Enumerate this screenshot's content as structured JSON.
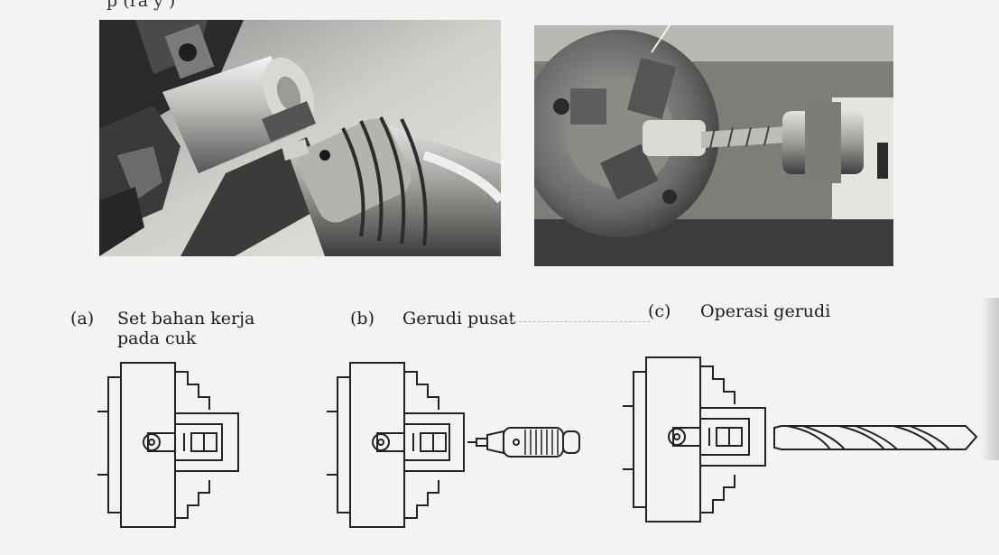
{
  "header": {
    "partial_text": "p                                     (ra   y     )"
  },
  "photos": {
    "left": {
      "icon": "lathe-chuck-photo"
    },
    "right": {
      "icon": "lathe-drilling-photo"
    }
  },
  "captions": [
    {
      "letter": "(a)",
      "text": "Set bahan kerja pada cuk"
    },
    {
      "letter": "(b)",
      "text": "Gerudi pusat"
    },
    {
      "letter": "(c)",
      "text": "Operasi gerudi"
    }
  ],
  "diagrams": {
    "a": {
      "icon": "chuck-with-workpiece-icon"
    },
    "b": {
      "icon": "center-drill-chuck-icon"
    },
    "c": {
      "icon": "twist-drill-icon"
    }
  }
}
